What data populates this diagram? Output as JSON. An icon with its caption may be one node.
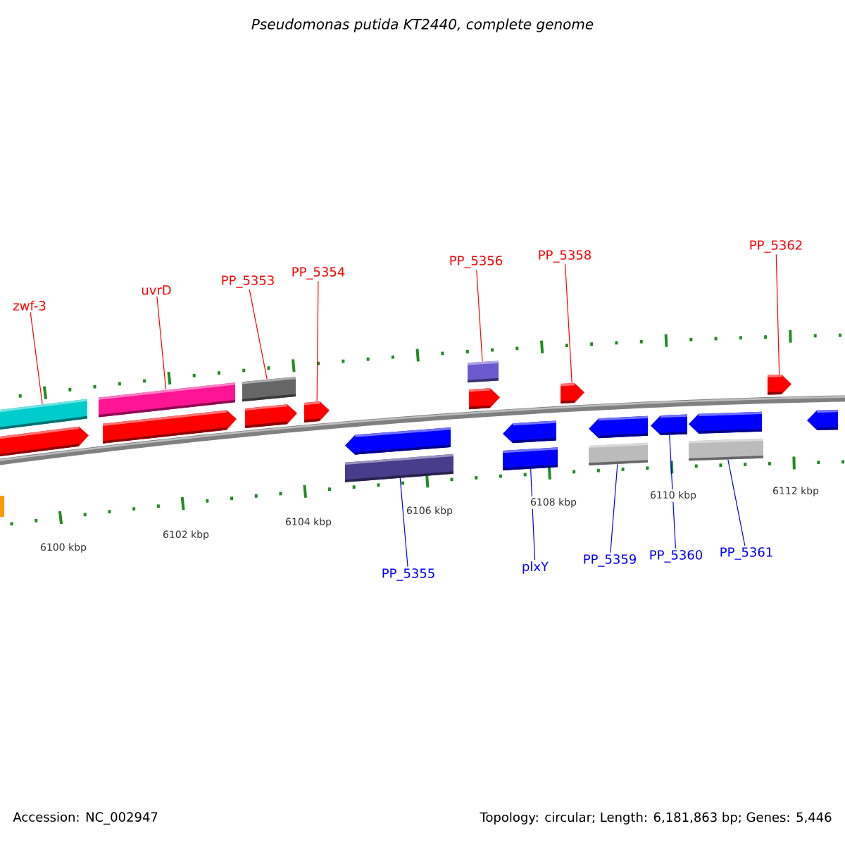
{
  "diagram": {
    "title": "Pseudomonas putida KT2440, complete genome",
    "nodes": [
      {
        "text": [
          "zwf-3"
        ]
      },
      {
        "text": [
          "uvrD"
        ]
      },
      {
        "text": [
          "PP_5353"
        ]
      },
      {
        "text": [
          "PP_5354"
        ]
      },
      {
        "text": [
          "PP_5356"
        ]
      },
      {
        "text": [
          "PP_5358"
        ]
      },
      {
        "text": [
          "PP_5362"
        ]
      },
      {
        "text": [
          "PP_5355"
        ]
      },
      {
        "text": [
          "plxY"
        ]
      },
      {
        "text": [
          "PP_5359"
        ]
      },
      {
        "text": [
          "PP_5360"
        ]
      },
      {
        "text": [
          "PP_5361"
        ]
      },
      {
        "text": [],
        "shape": "bar"
      },
      {
        "text": [],
        "shape": "bar"
      },
      {
        "text": [],
        "shape": "bar"
      },
      {
        "text": [],
        "shape": "arrow"
      },
      {
        "text": [],
        "shape": "bar"
      },
      {
        "text": [],
        "shape": "bar"
      },
      {
        "text": [],
        "shape": "bar"
      },
      {
        "text": [],
        "shape": "arrow"
      },
      {
        "text": [],
        "shape": "bar"
      },
      {
        "text": [],
        "shape": "arrow"
      },
      {
        "text": [],
        "shape": "bar"
      },
      {
        "text": [],
        "shape": "arrow"
      }
    ],
    "edges": [
      {
        "from": 0,
        "to": 12,
        "arrow": "none"
      },
      {
        "from": 1,
        "to": 13,
        "arrow": "none"
      },
      {
        "from": 2,
        "to": 14,
        "arrow": "none"
      },
      {
        "from": 3,
        "to": 15,
        "arrow": "none"
      },
      {
        "from": 4,
        "to": 17,
        "arrow": "none"
      },
      {
        "from": 5,
        "to": 19,
        "arrow": "none"
      },
      {
        "from": 6,
        "to": 23,
        "arrow": "none"
      },
      {
        "from": 7,
        "to": 16,
        "arrow": "none",
        "color": "#0000ff"
      },
      {
        "from": 8,
        "to": 18,
        "arrow": "none",
        "color": "#0000ff"
      },
      {
        "from": 9,
        "to": 20,
        "arrow": "none",
        "color": "#0000ff"
      },
      {
        "from": 10,
        "to": 21,
        "arrow": "none",
        "color": "#0000ff"
      },
      {
        "from": 11,
        "to": 22,
        "arrow": "none",
        "color": "#0000ff"
      }
    ],
    "labels": [
      "6100 kbp",
      "6102 kbp",
      "6104 kbp",
      "6106 kbp",
      "6108 kbp",
      "6110 kbp",
      "6112 kbp",
      "Accession: NC_002947",
      "Topology: circular; Length: 6,181,863 bp; Genes: 5,446"
    ]
  }
}
